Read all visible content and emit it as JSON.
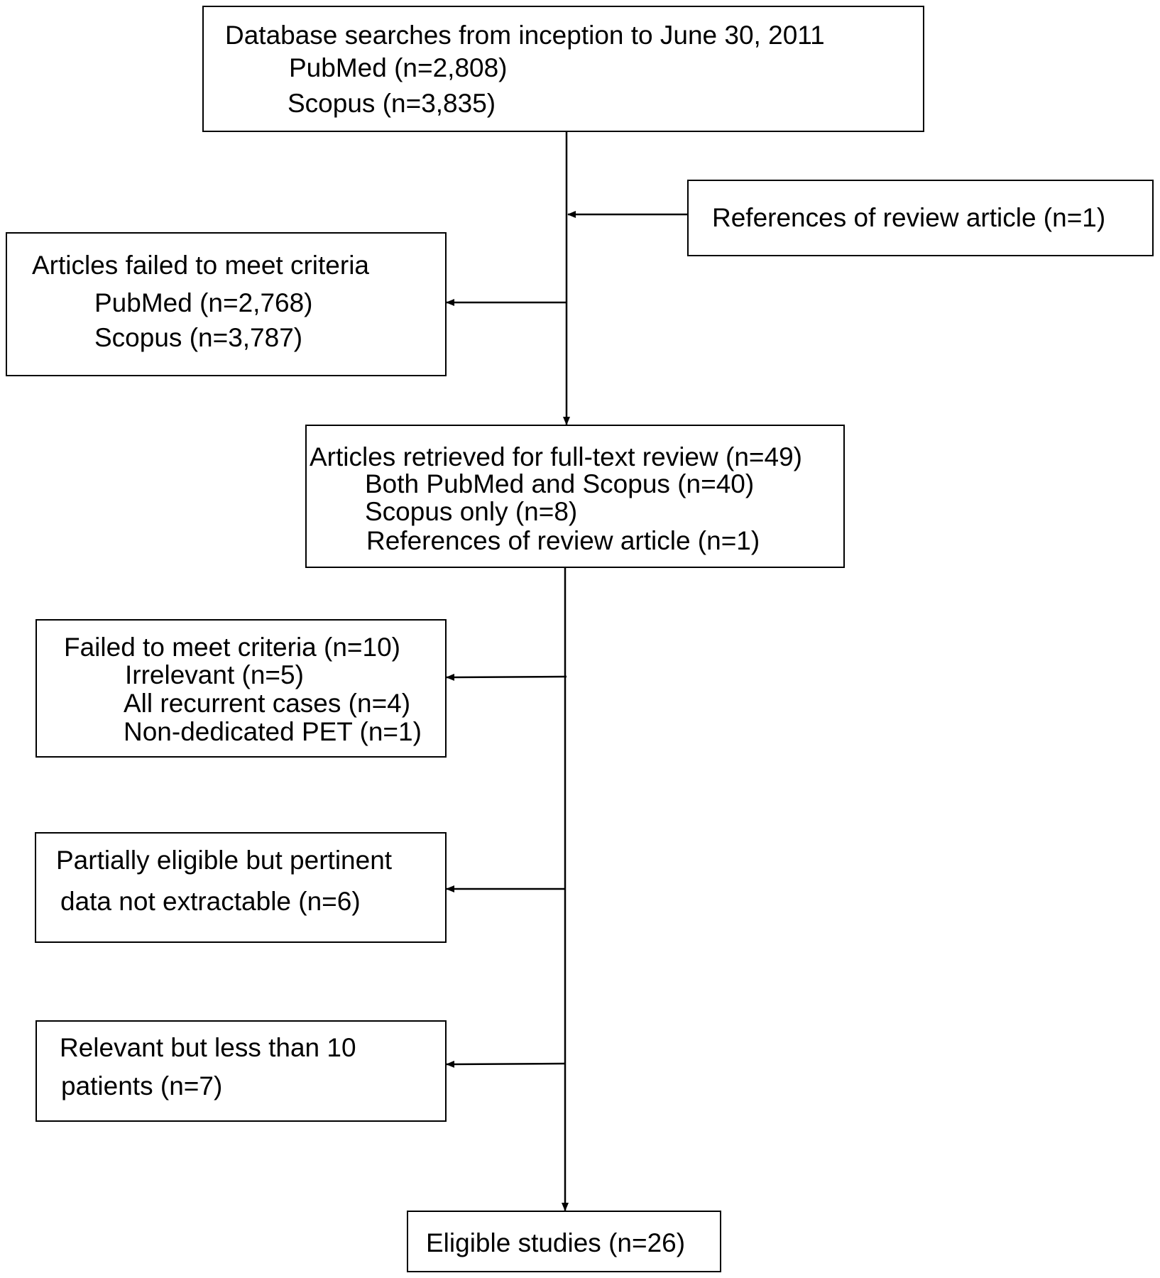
{
  "boxes": {
    "database": {
      "lines": [
        "Database searches from inception to June 30, 2011",
        "PubMed (n=2,808)",
        "Scopus (n=3,835)"
      ]
    },
    "references": {
      "lines": [
        "References of review article (n=1)"
      ]
    },
    "failed_criteria": {
      "lines": [
        "Articles failed to meet criteria",
        "PubMed (n=2,768)",
        "Scopus (n=3,787)"
      ]
    },
    "full_text": {
      "lines": [
        "Articles retrieved for full-text review (n=49)",
        "Both PubMed and Scopus (n=40)",
        "Scopus only (n=8)",
        "References of review article (n=1)"
      ]
    },
    "failed_10": {
      "lines": [
        "Failed to meet criteria (n=10)",
        "Irrelevant (n=5)",
        "All recurrent cases (n=4)",
        "Non-dedicated PET (n=1)"
      ]
    },
    "partial": {
      "lines": [
        "Partially eligible but pertinent",
        "data not extractable (n=6)"
      ]
    },
    "less_than_10": {
      "lines": [
        "Relevant but less than 10",
        "patients (n=7)"
      ]
    },
    "eligible": {
      "lines": [
        "Eligible studies (n=26)"
      ]
    }
  }
}
